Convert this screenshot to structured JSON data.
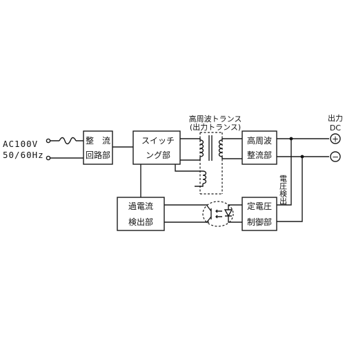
{
  "input": {
    "voltage": "AC100V",
    "frequency": "50/60Hz"
  },
  "blocks": {
    "rectifier": {
      "line1": "整　流",
      "line2": "回路部"
    },
    "switching": {
      "line1": "スイッチ",
      "line2": "ング部"
    },
    "hf_rectifier": {
      "line1": "高周波",
      "line2": "整流部"
    },
    "overcurrent": {
      "line1": "過電流",
      "line2": "検出部"
    },
    "const_voltage": {
      "line1": "定電圧",
      "line2": "制御部"
    }
  },
  "transformer": {
    "label1": "高周波トランス",
    "label2": "(出力トランス)"
  },
  "output": {
    "label1": "出力",
    "label2": "DC",
    "plus": "+",
    "minus": "−"
  },
  "voltage_detect": "電圧検出"
}
